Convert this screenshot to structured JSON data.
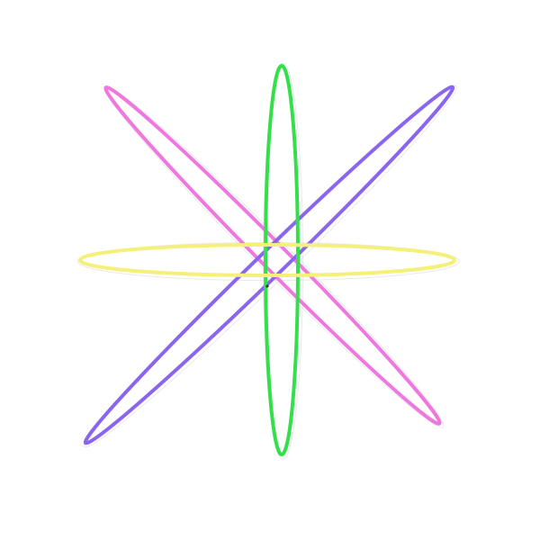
{
  "figure": {
    "background": "#ffffff",
    "orbits": [
      {
        "name": "magenta-orbit",
        "color": "#ee77e0"
      },
      {
        "name": "violet-orbit",
        "color": "#8a66f0"
      },
      {
        "name": "green-orbit",
        "color": "#33e04a"
      },
      {
        "name": "yellow-orbit",
        "color": "#f5f07a"
      }
    ]
  }
}
